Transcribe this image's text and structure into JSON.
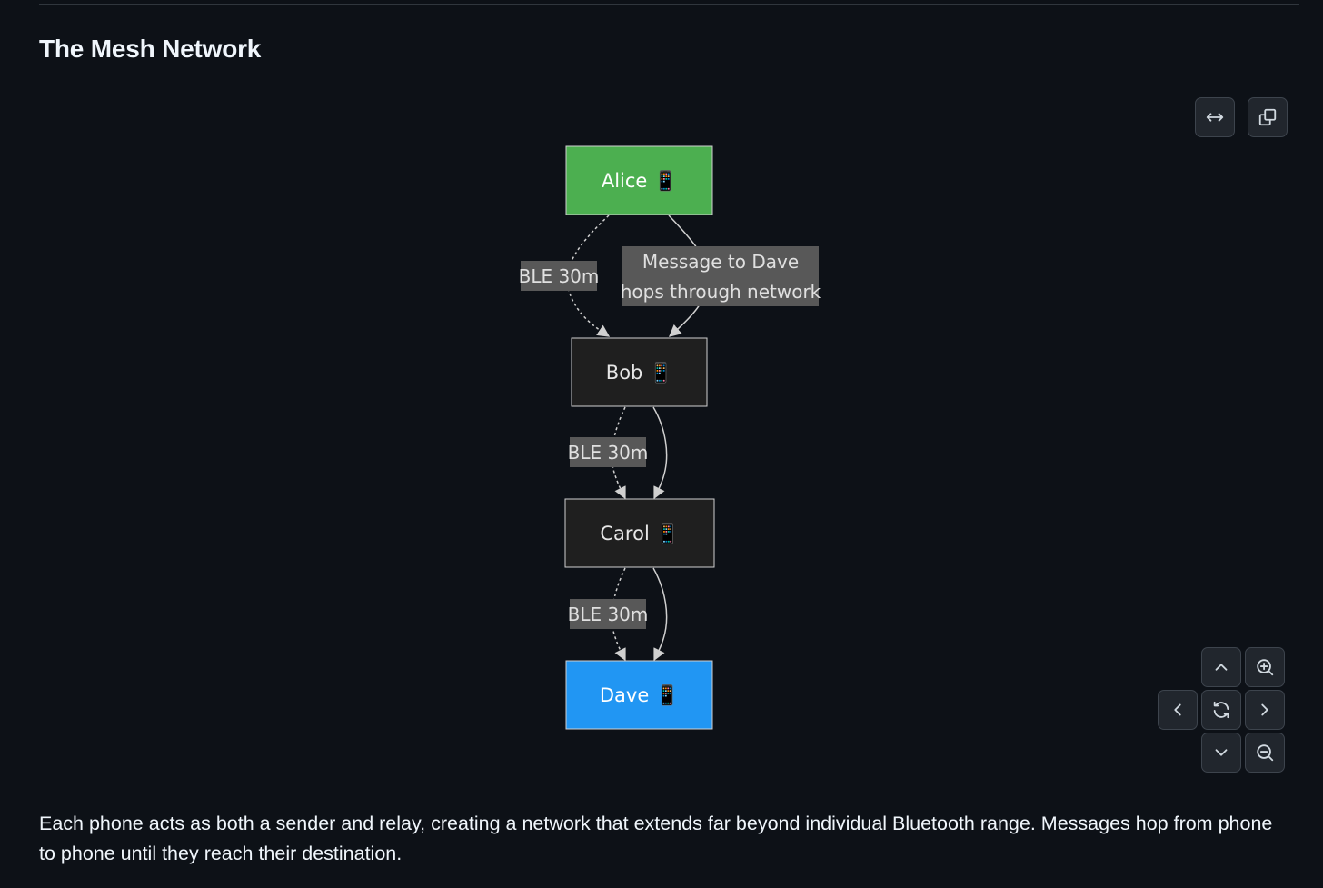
{
  "section": {
    "title": "The Mesh Network"
  },
  "diagram": {
    "nodes": [
      {
        "id": "alice",
        "label": "Alice 📱",
        "fill": "#4caf50",
        "text_color": "#ffffff"
      },
      {
        "id": "bob",
        "label": "Bob 📱",
        "fill": "#1f1f1f",
        "text_color": "#e6e6e6"
      },
      {
        "id": "carol",
        "label": "Carol 📱",
        "fill": "#1f1f1f",
        "text_color": "#e6e6e6"
      },
      {
        "id": "dave",
        "label": "Dave 📱",
        "fill": "#2196f3",
        "text_color": "#ffffff"
      }
    ],
    "edges": [
      {
        "from": "alice",
        "to": "bob",
        "style": "dotted",
        "label": "BLE 30m"
      },
      {
        "from": "alice",
        "to": "bob",
        "style": "solid",
        "label_lines": [
          "Message to Dave",
          "hops through network"
        ]
      },
      {
        "from": "bob",
        "to": "carol",
        "style": "dotted",
        "label": "BLE 30m"
      },
      {
        "from": "bob",
        "to": "carol",
        "style": "solid",
        "label": ""
      },
      {
        "from": "carol",
        "to": "dave",
        "style": "dotted",
        "label": "BLE 30m"
      },
      {
        "from": "carol",
        "to": "dave",
        "style": "solid",
        "label": ""
      }
    ],
    "colors": {
      "edge": "#d0d0d0",
      "edge_label_bg": "#585858",
      "edge_label_text": "#e0e0e0",
      "node_border": "#d0d0d0"
    }
  },
  "controls": {
    "top": [
      {
        "name": "fit-width-button",
        "icon": "arrows-horizontal-icon"
      },
      {
        "name": "copy-button",
        "icon": "copy-icon"
      }
    ],
    "pan_zoom": [
      {
        "name": "pan-up-button",
        "icon": "chevron-up-icon"
      },
      {
        "name": "zoom-in-button",
        "icon": "zoom-in-icon"
      },
      {
        "name": "pan-left-button",
        "icon": "chevron-left-icon"
      },
      {
        "name": "reset-view-button",
        "icon": "refresh-icon"
      },
      {
        "name": "pan-right-button",
        "icon": "chevron-right-icon"
      },
      {
        "name": "pan-down-button",
        "icon": "chevron-down-icon"
      },
      {
        "name": "zoom-out-button",
        "icon": "zoom-out-icon"
      }
    ]
  },
  "caption": {
    "text": "Each phone acts as both a sender and relay, creating a network that extends far beyond individual Bluetooth range. Messages hop from phone to phone until they reach their destination."
  }
}
